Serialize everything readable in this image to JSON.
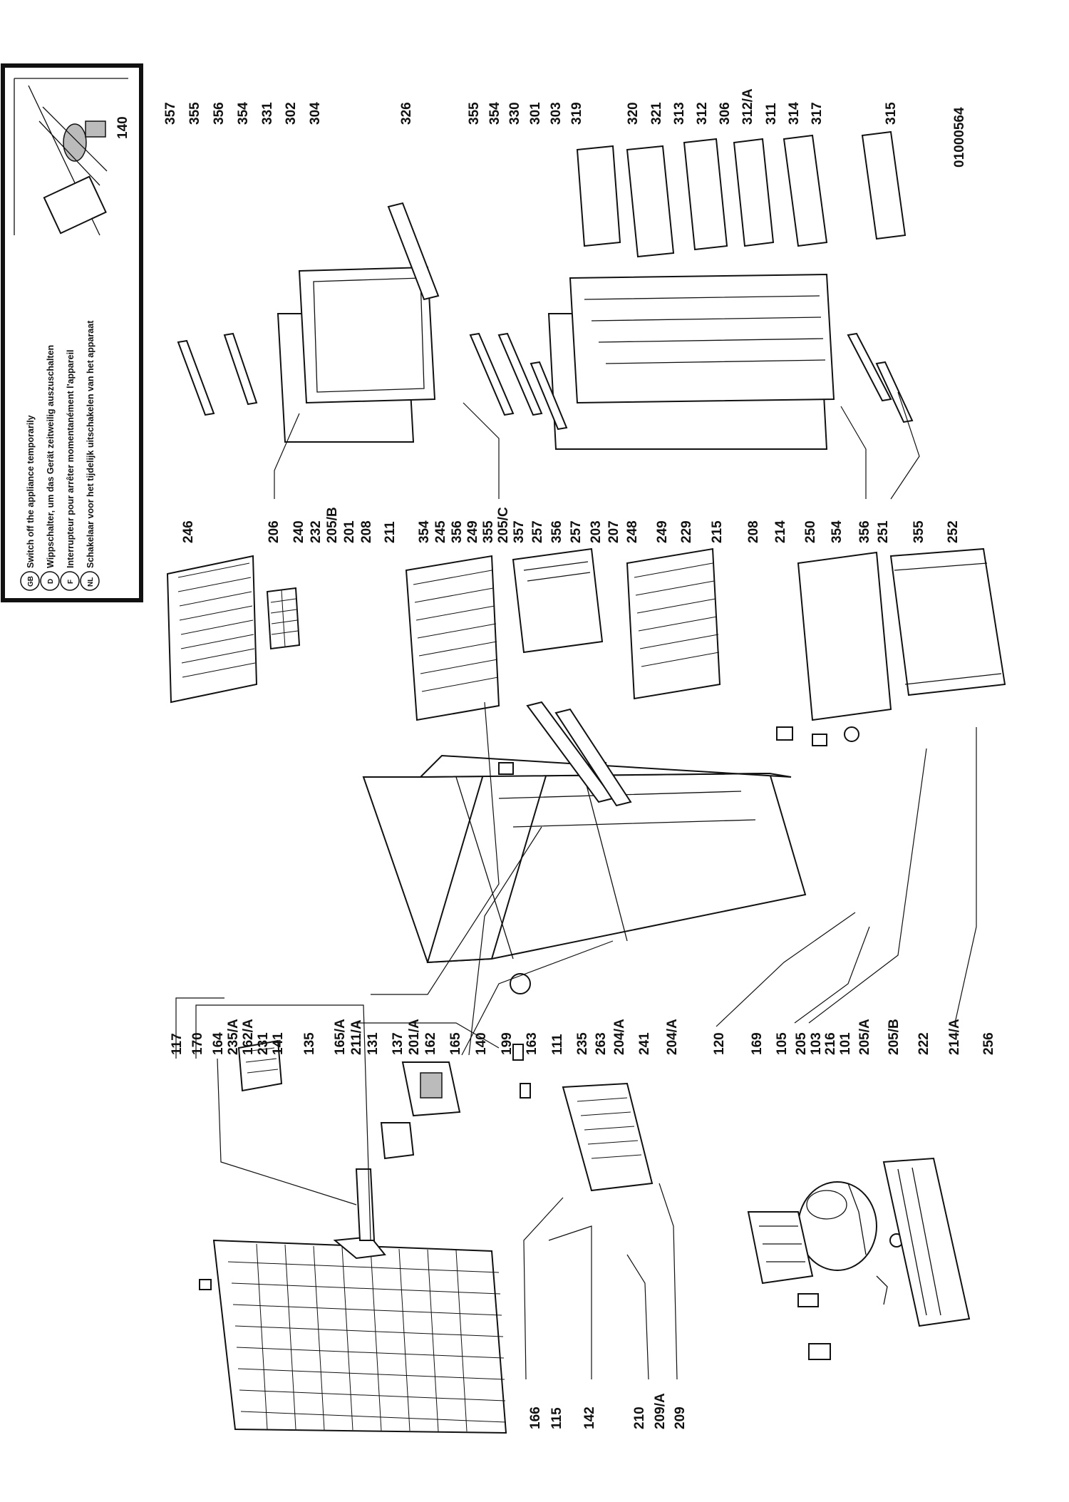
{
  "diagram": {
    "doc_number": "01000564",
    "warning_box": {
      "notes": [
        {
          "lang": "GB",
          "text": "Switch off the appliance temporarily"
        },
        {
          "lang": "D",
          "text": "Wippschalter, um das Gerät zeitweilig auszuschalten"
        },
        {
          "lang": "F",
          "text": "Interrupteur pour arrêter  momentanément l'appareil"
        },
        {
          "lang": "NL",
          "text": "Schakelaar voor het tijdelijk uitschakelen van het apparaat"
        }
      ],
      "part_label": "140"
    },
    "col_top_right": [
      "357",
      "355",
      "356",
      "354",
      "331",
      "302",
      "304",
      "326",
      "355",
      "354",
      "330",
      "301",
      "303",
      "319",
      "320",
      "321",
      "313",
      "312",
      "306",
      "312/A",
      "311",
      "314",
      "317",
      "315"
    ],
    "col_mid": [
      "246",
      "206",
      "240",
      "232",
      "205/B",
      "201",
      "208",
      "211",
      "354",
      "245",
      "356",
      "249",
      "355",
      "205/C",
      "357",
      "257",
      "356",
      "257",
      "203",
      "207",
      "248",
      "249",
      "229",
      "215",
      "208",
      "214",
      "250",
      "354",
      "356",
      "251",
      "355",
      "252"
    ],
    "col_left": [
      "117",
      "170",
      "164",
      "235/A",
      "162/A",
      "231",
      "141",
      "135",
      "165/A",
      "211/A",
      "131",
      "137",
      "201/A",
      "162",
      "165",
      "140",
      "199",
      "163",
      "111",
      "235",
      "263",
      "204/A",
      "241",
      "204/A",
      "120",
      "169",
      "105",
      "205",
      "103",
      "216",
      "101",
      "205/A",
      "205/B",
      "222",
      "214/A",
      "256"
    ],
    "col_bottom": [
      "166",
      "115",
      "142",
      "210",
      "209/A",
      "209"
    ]
  }
}
